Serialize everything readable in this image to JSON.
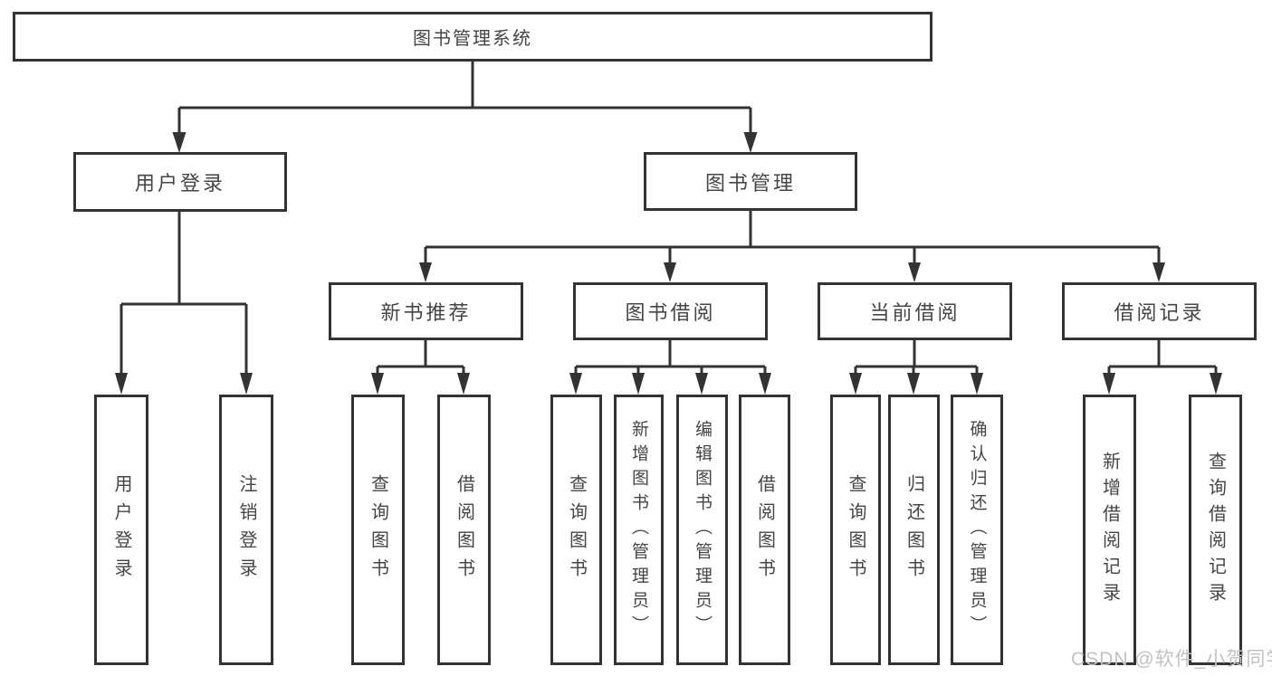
{
  "diagram": {
    "root": {
      "label": "图书管理系统"
    },
    "level2": {
      "user_login": {
        "label": "用户登录"
      },
      "book_management": {
        "label": "图书管理"
      }
    },
    "level3": {
      "new_book_recommend": {
        "label": "新书推荐"
      },
      "book_borrow": {
        "label": "图书借阅"
      },
      "current_borrow": {
        "label": "当前借阅"
      },
      "borrow_records": {
        "label": "借阅记录"
      }
    },
    "leaves": {
      "user_login": {
        "label": "用户登录"
      },
      "logout": {
        "label": "注销登录"
      },
      "newbook_query_books": {
        "label": "查询图书"
      },
      "newbook_borrow_books": {
        "label": "借阅图书"
      },
      "borrow_query_books": {
        "label": "查询图书"
      },
      "borrow_add_books_admin": {
        "label": "新增图书（管理员）"
      },
      "borrow_edit_books_admin": {
        "label": "编辑图书（管理员）"
      },
      "borrow_borrow_books": {
        "label": "借阅图书"
      },
      "current_query_books": {
        "label": "查询图书"
      },
      "current_return_books": {
        "label": "归还图书"
      },
      "current_confirm_return_admin": {
        "label": "确认归还（管理员）"
      },
      "records_add_record": {
        "label": "新增借阅记录"
      },
      "records_query_record": {
        "label": "查询借阅记录"
      }
    }
  },
  "watermark": {
    "label": "CSDN @软件_小贺同学"
  },
  "colors": {
    "line": "#333333",
    "text": "#454545",
    "background": "#ffffff",
    "watermark": "#c2c2c2"
  }
}
